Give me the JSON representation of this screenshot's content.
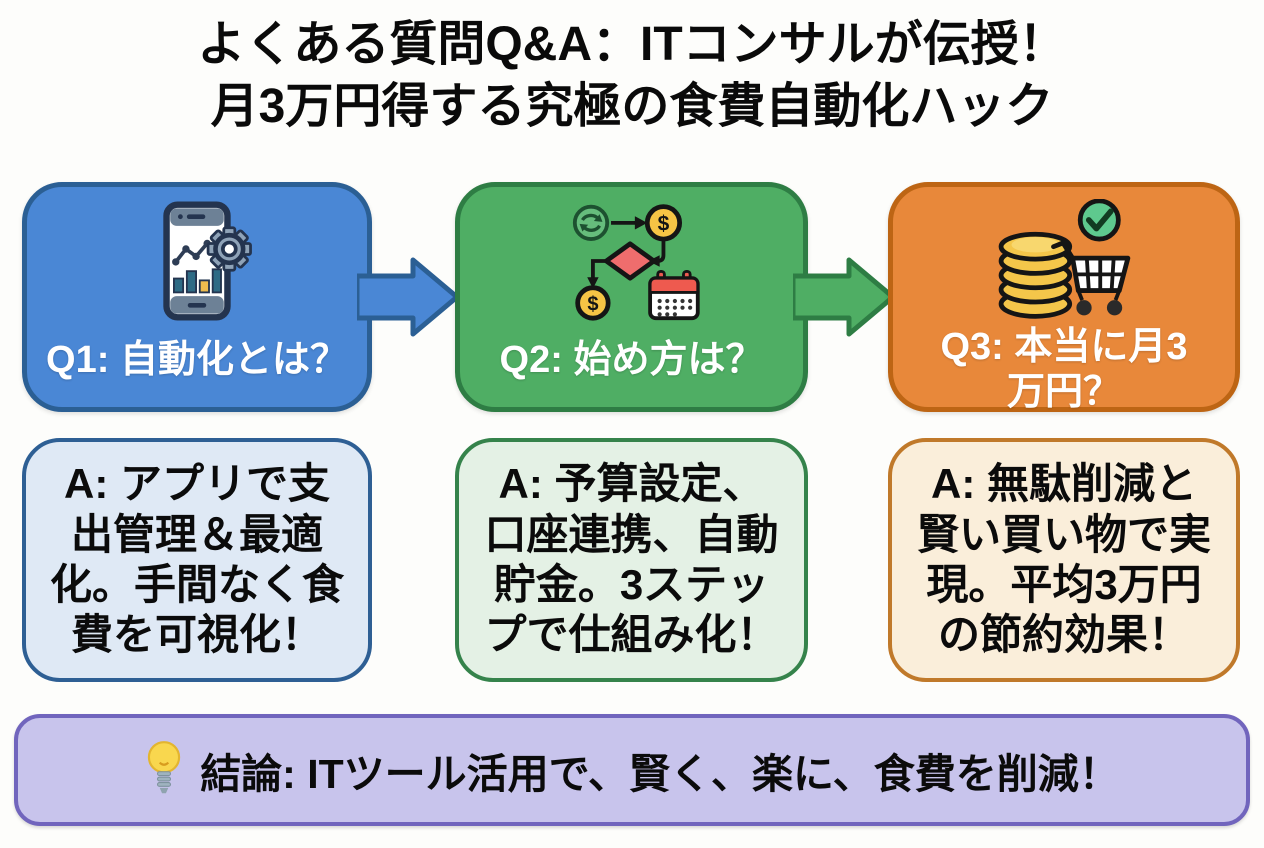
{
  "title": {
    "text": "よくある質問Q&A：ITコンサルが伝授！\n月3万円得する究極の食費自動化ハック"
  },
  "questions": [
    {
      "label": "Q1: 自動化とは？",
      "icon": "smartphone-analytics-gear-icon",
      "fill": "#4a87d5",
      "border": "#2b5f94"
    },
    {
      "label": "Q2: 始め方は？",
      "icon": "flowchart-automation-icon",
      "fill": "#4fae64",
      "border": "#2e7d44"
    },
    {
      "label": "Q3: 本当に月3\n万円？",
      "icon": "coins-cart-check-icon",
      "fill": "#e8883a",
      "border": "#bd6514"
    }
  ],
  "arrows": [
    {
      "fill": "#4a87d5",
      "stroke": "#2b5f94"
    },
    {
      "fill": "#4fae64",
      "stroke": "#2e7d44"
    }
  ],
  "answers": [
    {
      "text": "A: アプリで支\n出管理＆最適\n化。手間なく食\n費を可視化！",
      "fill": "#dfe9f5",
      "border": "#2e5f94"
    },
    {
      "text": "A: 予算設定、\n口座連携、自動\n貯金。3ステッ\nプで仕組み化！",
      "fill": "#e4f1e5",
      "border": "#35834b"
    },
    {
      "text": "A: 無駄削減と\n賢い買い物で実\n現。平均3万円\nの節約効果！",
      "fill": "#faeeda",
      "border": "#c0792a"
    }
  ],
  "conclusion": {
    "icon": "lightbulb-icon",
    "text": "結論: ITツール活用で、賢く、楽に、食費を削減！",
    "fill": "#c8c4ec",
    "border": "#7165bd"
  }
}
